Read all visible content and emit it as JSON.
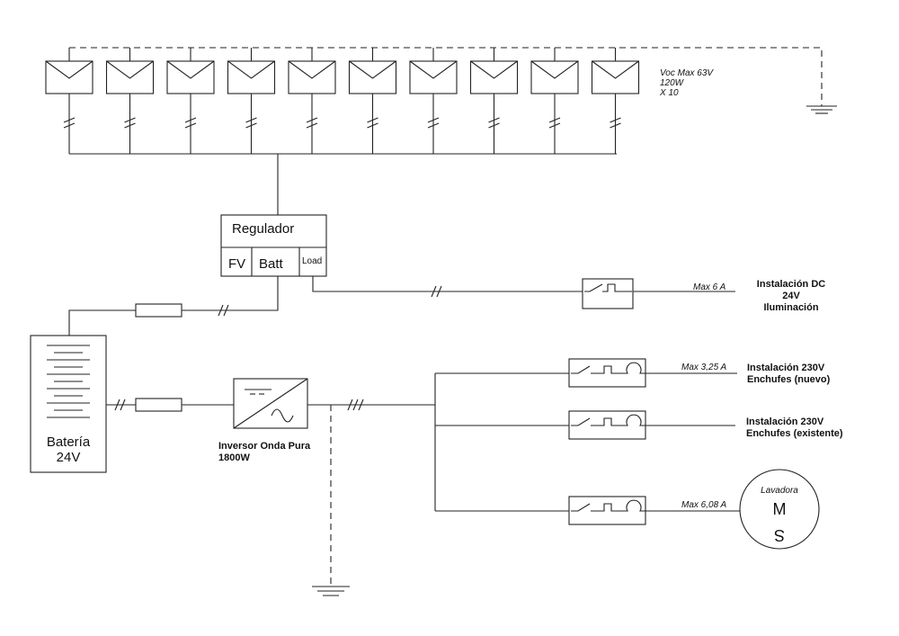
{
  "panels": {
    "count": 10,
    "spec_line1": "Voc Max 63V",
    "spec_line2": "120W",
    "spec_line3": "X 10"
  },
  "regulator": {
    "title": "Regulador",
    "port_pv": "FV",
    "port_batt": "Batt",
    "port_load": "Load"
  },
  "battery": {
    "line1": "Batería",
    "line2": "24V",
    "fill_color": "#dcdcf5"
  },
  "inverter": {
    "line1": "Inversor Onda Pura",
    "line2": "1800W"
  },
  "dc_load": {
    "breaker_rating": "Max 6 A",
    "line1": "Instalación DC",
    "line2": "24V",
    "line3": "Iluminación"
  },
  "ac_circuits": [
    {
      "rating": "Max 3,25 A",
      "line1": "Instalación 230V",
      "line2": "Enchufes (nuevo)"
    },
    {
      "rating": "",
      "line1": "Instalación 230V",
      "line2": "Enchufes (existente)"
    },
    {
      "rating": "Max 6,08 A",
      "line1": "",
      "line2": ""
    }
  ],
  "washer": {
    "label": "Lavadora",
    "motor_top": "M",
    "motor_bottom": "S"
  }
}
